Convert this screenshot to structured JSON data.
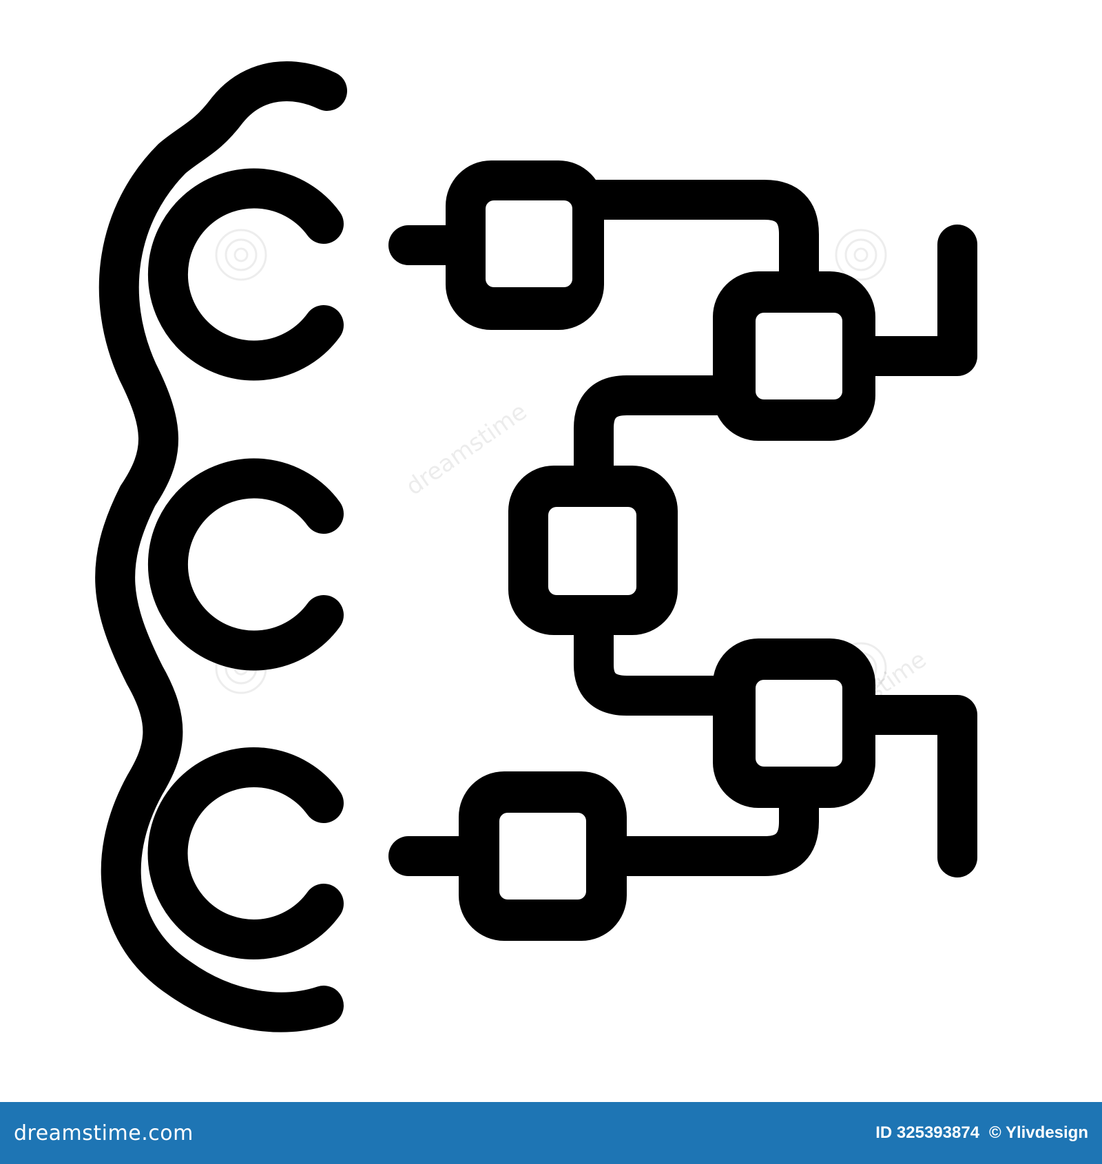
{
  "image": {
    "subject": "icon",
    "colors": {
      "background": "#ffffff",
      "stroke": "#000000",
      "footer_background": "#1e75b4",
      "footer_text": "#ffffff"
    }
  },
  "watermark": {
    "text": "dreamstime"
  },
  "footer": {
    "logo": "dreamstime.com",
    "image_id": "ID 325393874",
    "credit": "© Ylivdesign"
  }
}
